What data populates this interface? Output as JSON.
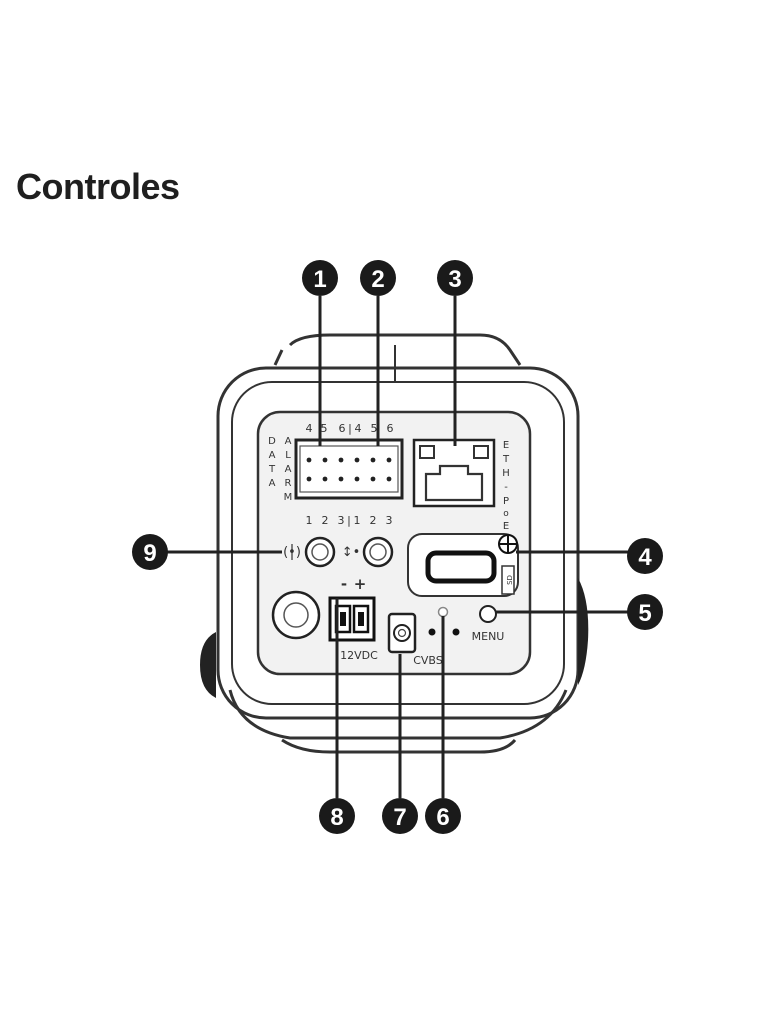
{
  "title": "Controles",
  "callouts": [
    "1",
    "2",
    "3",
    "4",
    "5",
    "6",
    "7",
    "8",
    "9"
  ],
  "panel": {
    "data_label": "DATA",
    "alarm_label": "ALARM",
    "eth_label": "ETH-PoE",
    "terminal_top_numbers": [
      "4",
      "5",
      "6",
      "4",
      "5",
      "6"
    ],
    "terminal_bottom_numbers": [
      "1",
      "2",
      "3",
      "1",
      "2",
      "3"
    ],
    "polarity_minus": "-",
    "polarity_plus": "+",
    "power_label": "12VDC",
    "video_label": "CVBS",
    "menu_label": "MENU"
  }
}
